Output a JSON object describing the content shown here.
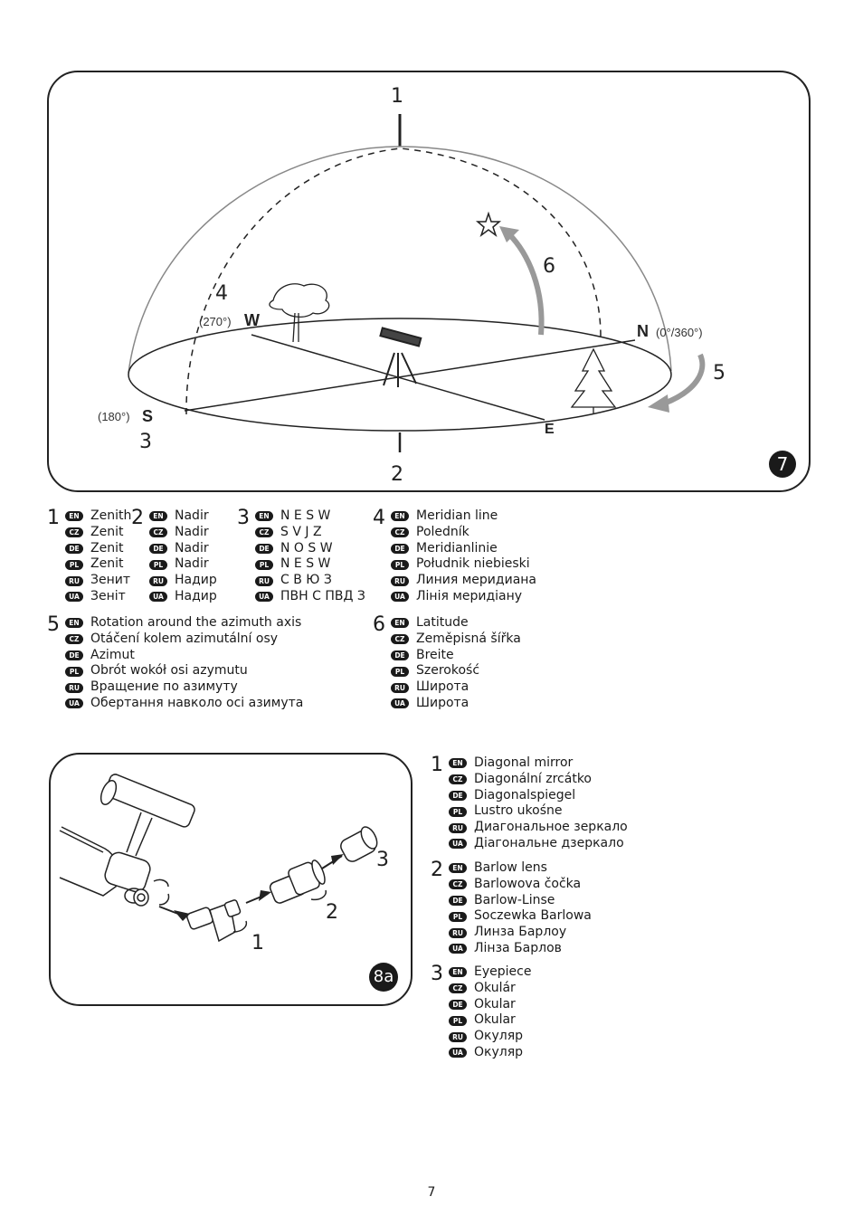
{
  "figure7": {
    "badge": "7",
    "callouts": {
      "c1": "1",
      "c2": "2",
      "c3": "3",
      "c4": "4",
      "c5": "5",
      "c6": "6"
    },
    "directions": {
      "north": "N",
      "south": "S",
      "west": "W",
      "east": "E"
    },
    "degrees": {
      "north": "(0°/360°)",
      "south": "(180°)",
      "west": "(270°)"
    }
  },
  "legend7": [
    {
      "num": "1",
      "items": [
        {
          "lang": "EN",
          "text": "Zenith"
        },
        {
          "lang": "CZ",
          "text": "Zenit"
        },
        {
          "lang": "DE",
          "text": "Zenit"
        },
        {
          "lang": "PL",
          "text": "Zenit"
        },
        {
          "lang": "RU",
          "text": "Зенит"
        },
        {
          "lang": "UA",
          "text": "Зеніт"
        }
      ]
    },
    {
      "num": "2",
      "items": [
        {
          "lang": "EN",
          "text": "Nadir"
        },
        {
          "lang": "CZ",
          "text": "Nadir"
        },
        {
          "lang": "DE",
          "text": "Nadir"
        },
        {
          "lang": "PL",
          "text": "Nadir"
        },
        {
          "lang": "RU",
          "text": "Надир"
        },
        {
          "lang": "UA",
          "text": "Надир"
        }
      ]
    },
    {
      "num": "3",
      "items": [
        {
          "lang": "EN",
          "text": "N E S W"
        },
        {
          "lang": "CZ",
          "text": "S V J Z"
        },
        {
          "lang": "DE",
          "text": "N O S W"
        },
        {
          "lang": "PL",
          "text": "N E S W"
        },
        {
          "lang": "RU",
          "text": "С В Ю З"
        },
        {
          "lang": "UA",
          "text": "ПВН С ПВД З"
        }
      ]
    },
    {
      "num": "4",
      "items": [
        {
          "lang": "EN",
          "text": "Meridian line"
        },
        {
          "lang": "CZ",
          "text": "Poledník"
        },
        {
          "lang": "DE",
          "text": "Meridianlinie"
        },
        {
          "lang": "PL",
          "text": "Południk niebieski"
        },
        {
          "lang": "RU",
          "text": "Линия меридиана"
        },
        {
          "lang": "UA",
          "text": "Лінія меридіану"
        }
      ]
    },
    {
      "num": "5",
      "items": [
        {
          "lang": "EN",
          "text": "Rotation around the azimuth axis"
        },
        {
          "lang": "CZ",
          "text": "Otáčení kolem azimutální osy"
        },
        {
          "lang": "DE",
          "text": "Azimut"
        },
        {
          "lang": "PL",
          "text": "Obrót wokół osi azymutu"
        },
        {
          "lang": "RU",
          "text": "Вращение по азимуту"
        },
        {
          "lang": "UA",
          "text": "Обертання навколо осі азимута"
        }
      ]
    },
    {
      "num": "6",
      "items": [
        {
          "lang": "EN",
          "text": "Latitude"
        },
        {
          "lang": "CZ",
          "text": "Zeměpisná šířka"
        },
        {
          "lang": "DE",
          "text": "Breite"
        },
        {
          "lang": "PL",
          "text": "Szerokość"
        },
        {
          "lang": "RU",
          "text": "Широта"
        },
        {
          "lang": "UA",
          "text": "Широта"
        }
      ]
    }
  ],
  "figure8a": {
    "badge": "8a",
    "callouts": {
      "c1": "1",
      "c2": "2",
      "c3": "3"
    }
  },
  "legend8a": [
    {
      "num": "1",
      "items": [
        {
          "lang": "EN",
          "text": "Diagonal mirror"
        },
        {
          "lang": "CZ",
          "text": "Diagonální zrcátko"
        },
        {
          "lang": "DE",
          "text": "Diagonalspiegel"
        },
        {
          "lang": "PL",
          "text": "Lustro ukośne"
        },
        {
          "lang": "RU",
          "text": "Диагональное зеркало"
        },
        {
          "lang": "UA",
          "text": "Діагональне дзеркало"
        }
      ]
    },
    {
      "num": "2",
      "items": [
        {
          "lang": "EN",
          "text": "Barlow lens"
        },
        {
          "lang": "CZ",
          "text": "Barlowova čočka"
        },
        {
          "lang": "DE",
          "text": "Barlow-Linse"
        },
        {
          "lang": "PL",
          "text": "Soczewka Barlowa"
        },
        {
          "lang": "RU",
          "text": "Линза Барлоу"
        },
        {
          "lang": "UA",
          "text": "Лінза Барлов"
        }
      ]
    },
    {
      "num": "3",
      "items": [
        {
          "lang": "EN",
          "text": "Eyepiece"
        },
        {
          "lang": "CZ",
          "text": "Okulár"
        },
        {
          "lang": "DE",
          "text": "Okular"
        },
        {
          "lang": "PL",
          "text": "Okular"
        },
        {
          "lang": "RU",
          "text": "Окуляр"
        },
        {
          "lang": "UA",
          "text": "Окуляр"
        }
      ]
    }
  ],
  "page_number": "7"
}
